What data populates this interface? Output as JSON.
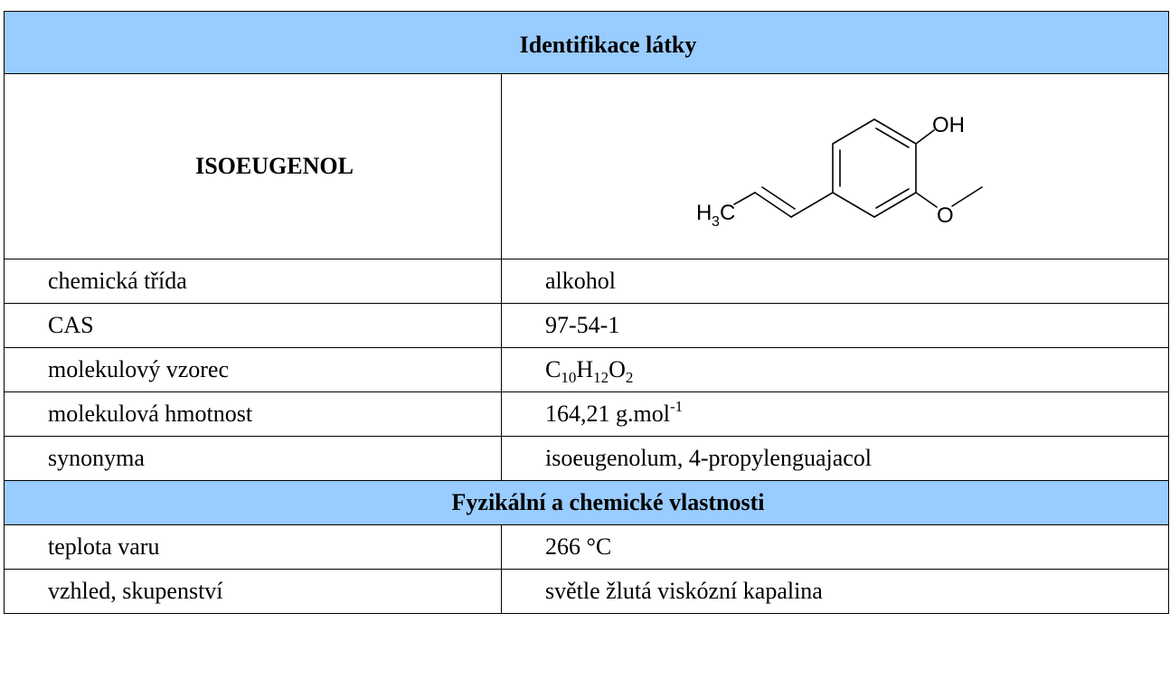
{
  "sections": {
    "identification": "Identifikace látky",
    "properties": "Fyzikální a chemické vlastnosti"
  },
  "substance": {
    "name": "ISOEUGENOL",
    "structure_labels": {
      "oh": "OH",
      "o": "O",
      "h": "H",
      "h_sub": "3",
      "c": "C"
    }
  },
  "identification_rows": [
    {
      "label": "chemická třída",
      "value": "alkohol"
    },
    {
      "label": "CAS",
      "value": "97-54-1"
    },
    {
      "label": "molekulový vzorec",
      "formula": [
        {
          "el": "C",
          "n": "10"
        },
        {
          "el": "H",
          "n": "12"
        },
        {
          "el": "O",
          "n": "2"
        }
      ]
    },
    {
      "label": "molekulová hmotnost",
      "value": "164,21 g.mol",
      "sup": "-1"
    },
    {
      "label": "synonyma",
      "value": "isoeugenolum, 4-propylenguajacol"
    }
  ],
  "property_rows": [
    {
      "label": "teplota varu",
      "value": "266 °C"
    },
    {
      "label": "vzhled, skupenství",
      "value": "světle žlutá viskózní kapalina"
    }
  ]
}
